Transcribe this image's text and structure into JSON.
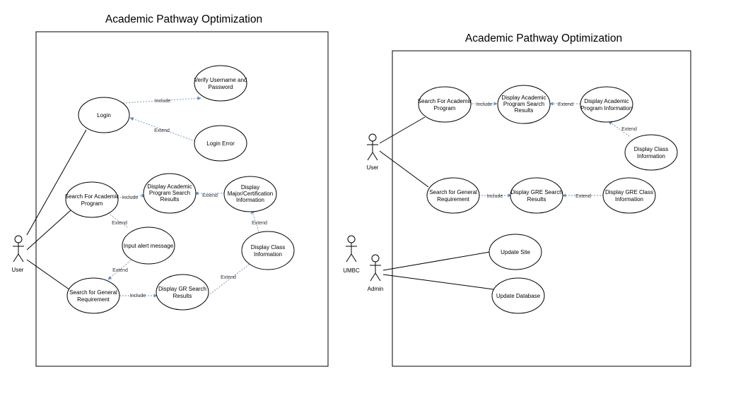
{
  "left": {
    "title": "Academic Pathway Optimization",
    "actor": "User",
    "use_cases": {
      "verify": [
        "Verify Username and",
        "Password"
      ],
      "login": [
        "Login"
      ],
      "login_error": [
        "Login Error"
      ],
      "search_program": [
        "Search For Academic",
        "Program"
      ],
      "display_program": [
        "Display Academic",
        "Program Search",
        "Results"
      ],
      "display_major": [
        "Display",
        "Major/Certification",
        "Information"
      ],
      "input_alert": [
        "Input alert message"
      ],
      "display_class": [
        "Display Class",
        "Information"
      ],
      "search_general": [
        "Search for General",
        "Requirement"
      ],
      "display_gr": [
        "Display GR Search",
        "Results"
      ]
    },
    "relations": {
      "login_verify": "Include",
      "error_login": "Extend",
      "search_display": "Include",
      "major_display": "Extend",
      "alert_search": "Extend",
      "class_major": "Extend",
      "alert_general": "Extend",
      "general_gr": "Include",
      "class_gr": "Extend"
    }
  },
  "right": {
    "title": "Academic Pathway Optimization",
    "actors": {
      "user": "User",
      "umbc": "UMBC",
      "admin": "Admin"
    },
    "use_cases": {
      "search_program": [
        "Search For Academic",
        "Program"
      ],
      "display_program": [
        "Display Academic",
        "Program Search",
        "Results"
      ],
      "display_info": [
        "Display Academic",
        "Program Information"
      ],
      "display_class": [
        "Display Class",
        "Information"
      ],
      "search_general": [
        "Search for General",
        "Requirement"
      ],
      "display_gre": [
        "Display GRE Search",
        "Results"
      ],
      "display_gre_class": [
        "Display GRE Class",
        "Information"
      ],
      "update_site": [
        "Update Site"
      ],
      "update_db": [
        "Update Database"
      ]
    },
    "relations": {
      "search_display": "Include",
      "info_display": "Extend",
      "class_info": "Extend",
      "general_gre": "Include",
      "greclass_gre": "Extend"
    }
  }
}
